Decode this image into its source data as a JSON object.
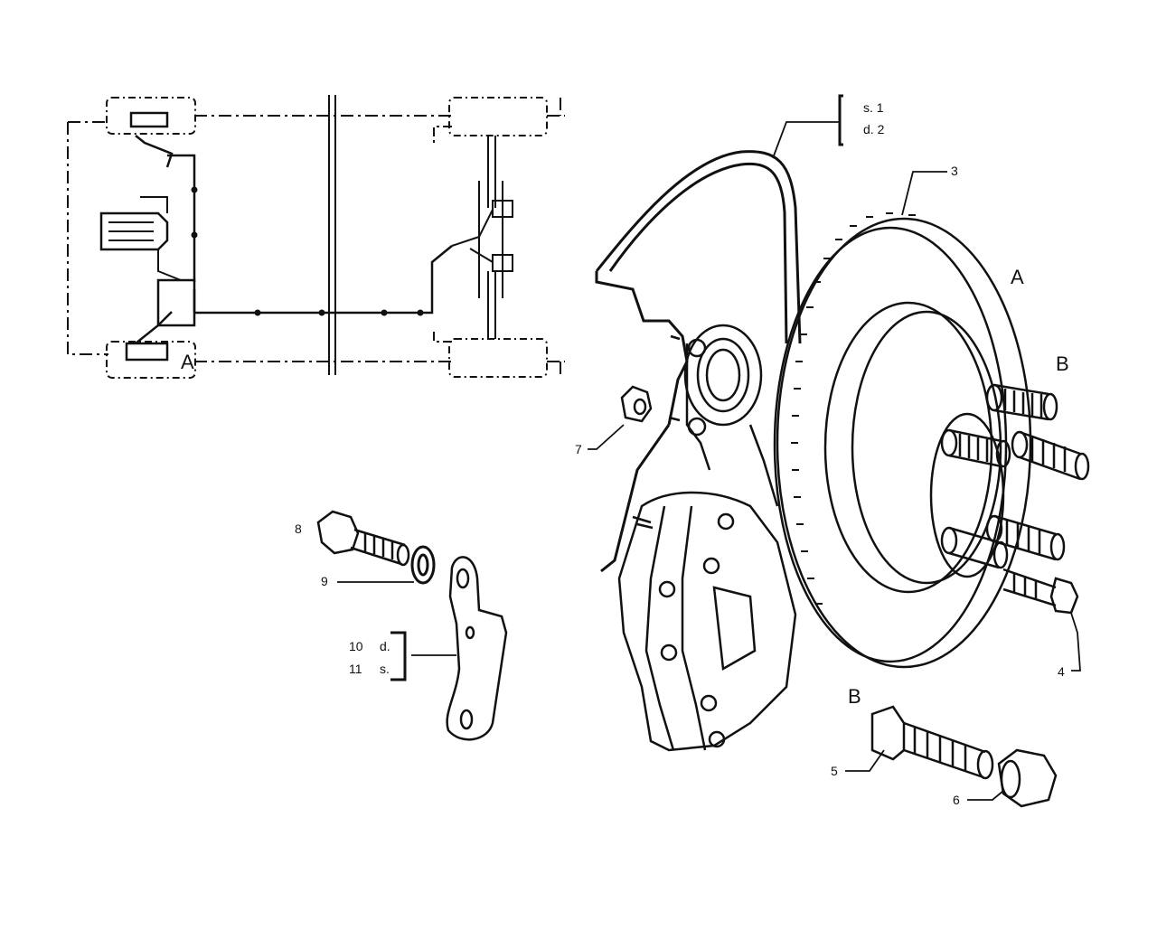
{
  "labels": {
    "callout_1": "s. 1",
    "callout_2": "d. 2",
    "callout_3": "3",
    "callout_4": "4",
    "callout_5": "5",
    "callout_6": "6",
    "callout_7": "7",
    "callout_8": "8",
    "callout_9": "9",
    "callout_10_num": "10",
    "callout_10_side": "d.",
    "callout_11_num": "11",
    "callout_11_side": "s.",
    "letter_a_overview": "A",
    "letter_a_disc": "A",
    "letter_b_studs": "B",
    "letter_b_bolt": "B"
  },
  "colors": {
    "ink": "#111111",
    "background": "#ffffff"
  }
}
